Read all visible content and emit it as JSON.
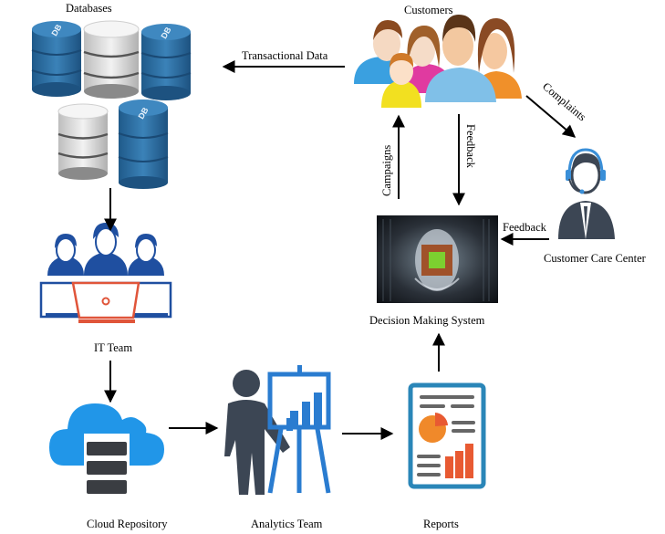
{
  "diagram": {
    "nodes": {
      "databases": {
        "label": "Databases",
        "icon": "database-stack-icon"
      },
      "customers": {
        "label": "Customers",
        "icon": "customer-group-icon"
      },
      "customer_care": {
        "label": "Customer Care Center",
        "icon": "support-agent-headset-icon"
      },
      "decision_system": {
        "label": "Decision Making System",
        "icon": "ai-brain-chip-icon"
      },
      "it_team": {
        "label": "IT Team",
        "icon": "team-laptop-icon"
      },
      "cloud_repository": {
        "label": "Cloud Repository",
        "icon": "cloud-server-icon"
      },
      "analytics_team": {
        "label": "Analytics Team",
        "icon": "presenter-chart-icon"
      },
      "reports": {
        "label": "Reports",
        "icon": "report-document-icon"
      }
    },
    "edges": [
      {
        "from": "customers",
        "to": "databases",
        "label": "Transactional Data"
      },
      {
        "from": "decision_system",
        "to": "customers",
        "label": "Campaigns"
      },
      {
        "from": "customers",
        "to": "decision_system",
        "label": "Feedback"
      },
      {
        "from": "customers",
        "to": "customer_care",
        "label": "Complaints"
      },
      {
        "from": "customer_care",
        "to": "decision_system",
        "label": "Feedback"
      },
      {
        "from": "databases",
        "to": "it_team",
        "label": ""
      },
      {
        "from": "it_team",
        "to": "cloud_repository",
        "label": ""
      },
      {
        "from": "cloud_repository",
        "to": "analytics_team",
        "label": ""
      },
      {
        "from": "analytics_team",
        "to": "reports",
        "label": ""
      },
      {
        "from": "reports",
        "to": "decision_system",
        "label": ""
      }
    ],
    "db_badge": "DB",
    "colors": {
      "db_blue": "#2f6fa3",
      "db_silver": "#d8d8d8",
      "team_blue": "#1f4fa0",
      "laptop_red": "#e0553a",
      "cloud_blue": "#2196e8",
      "server_dark": "#3a3d42",
      "person_dark": "#3c4654",
      "chart_blue": "#2a7cd0",
      "report_frame": "#2a86b8",
      "report_orange": "#f0892a",
      "report_red": "#e85a32",
      "headset_blue": "#3a8fd8"
    }
  }
}
